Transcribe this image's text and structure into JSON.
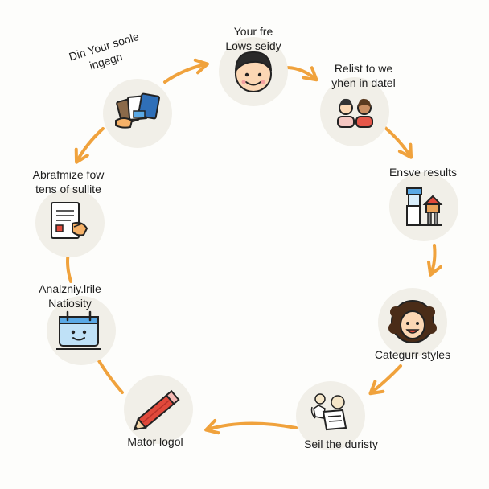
{
  "diagram": {
    "accent_color": "#f0a23c",
    "node_background": "#f1efe8",
    "steps": [
      {
        "lines": [
          "Your fre",
          "Lows seidy"
        ],
        "icon": "man-face-icon"
      },
      {
        "lines": [
          "Relist to we",
          "yhen in datel"
        ],
        "icon": "two-people-icon"
      },
      {
        "lines": [
          "Ensve results"
        ],
        "icon": "lab-tools-icon"
      },
      {
        "lines": [
          "Categurr styles"
        ],
        "icon": "curly-hair-face-icon"
      },
      {
        "lines": [
          "Seil the duristy"
        ],
        "icon": "people-paper-icon"
      },
      {
        "lines": [
          "Mator logol"
        ],
        "icon": "pencil-icon"
      },
      {
        "lines": [
          "Analzniy.lrile",
          "Natiosity"
        ],
        "icon": "calendar-face-icon"
      },
      {
        "lines": [
          "Abrafmize fow",
          "tens of sullite"
        ],
        "icon": "document-hand-icon"
      },
      {
        "lines": [
          "Din Your soole",
          "ingegn"
        ],
        "icon": "cards-hand-icon"
      }
    ]
  }
}
